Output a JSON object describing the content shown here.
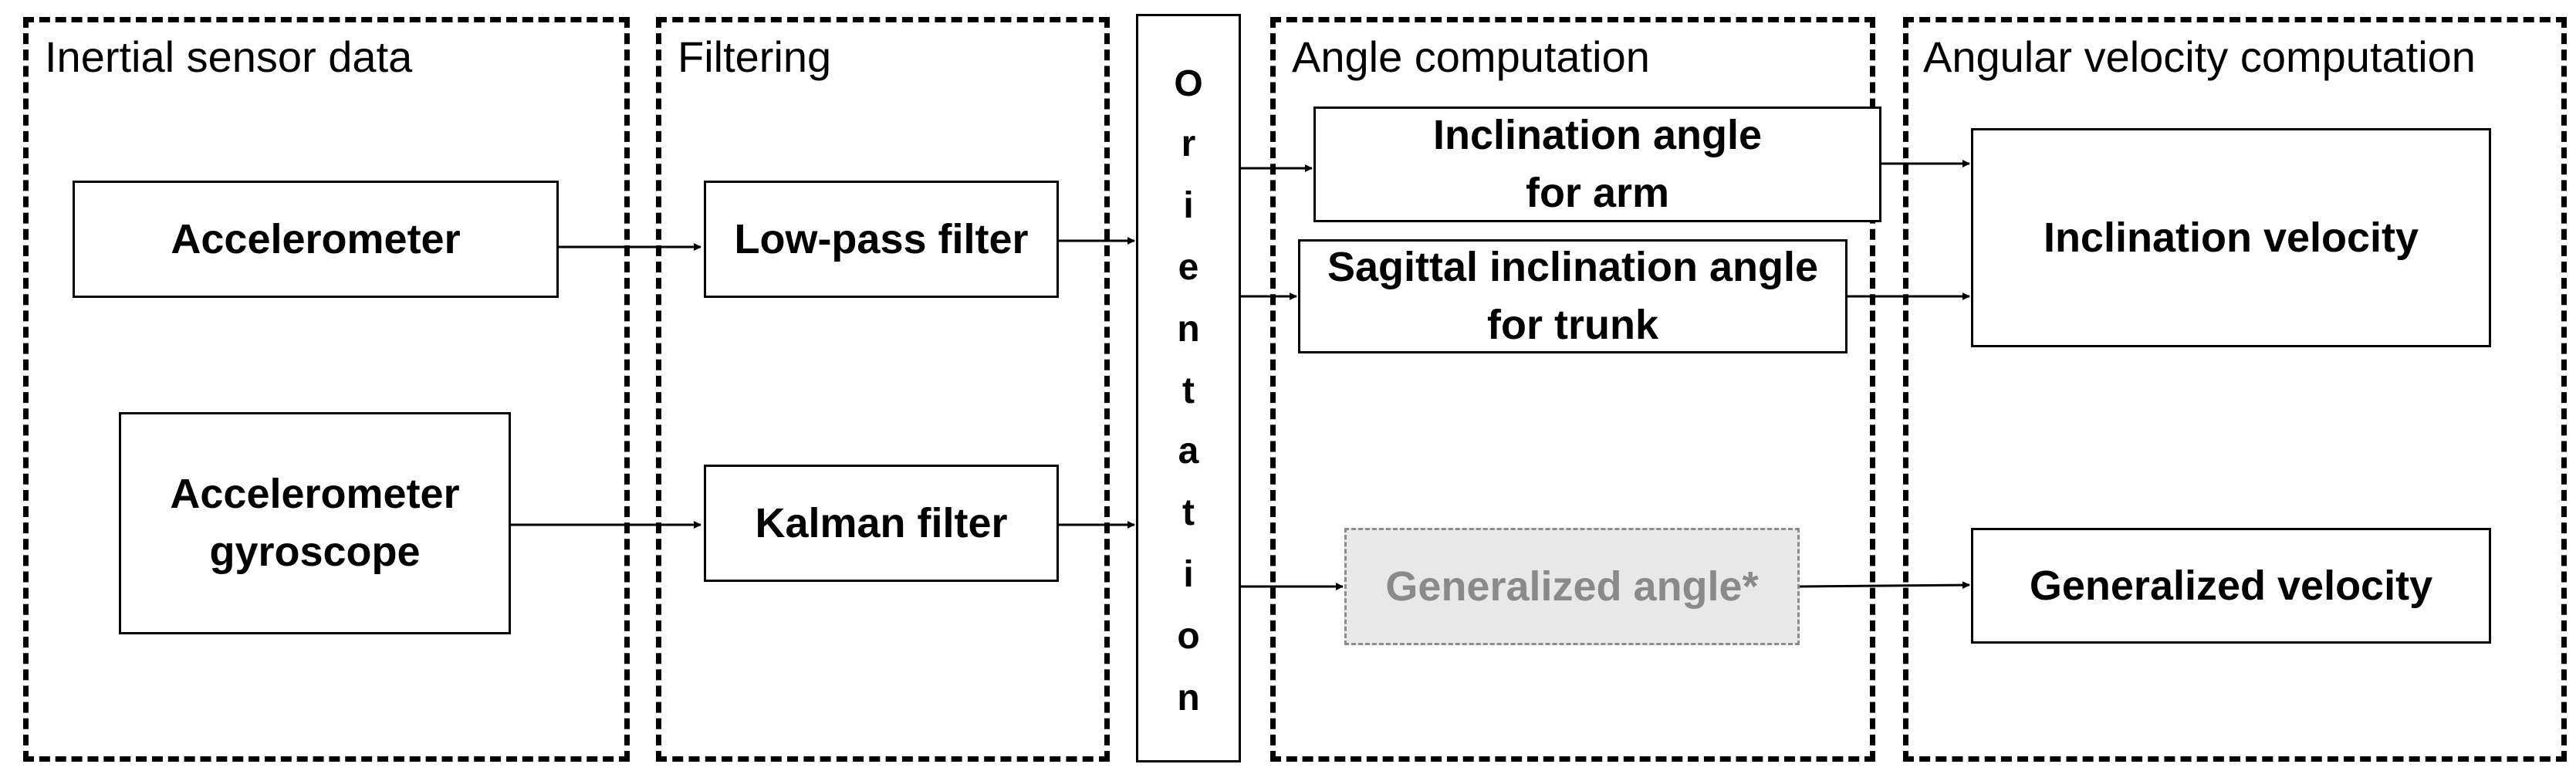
{
  "groups": {
    "sensor": "Inertial sensor data",
    "filtering": "Filtering",
    "angle": "Angle computation",
    "velocity": "Angular velocity computation"
  },
  "boxes": {
    "accelerometer": "Accelerometer",
    "accelerometer_gyroscope": "Accelerometer\ngyroscope",
    "low_pass_filter": "Low-pass filter",
    "kalman_filter": "Kalman filter",
    "inclination_angle_arm": "Inclination angle\nfor arm",
    "sagittal_angle_trunk": "Sagittal inclination angle\nfor trunk",
    "generalized_angle": "Generalized angle*",
    "inclination_velocity": "Inclination velocity",
    "generalized_velocity": "Generalized velocity"
  },
  "orientation": [
    "O",
    "r",
    "i",
    "e",
    "n",
    "t",
    "a",
    "t",
    "i",
    "o",
    "n"
  ],
  "colors": {
    "line": "#000000",
    "greyed_fill": "#e8e8e8",
    "greyed_text": "#8a8a8a"
  }
}
